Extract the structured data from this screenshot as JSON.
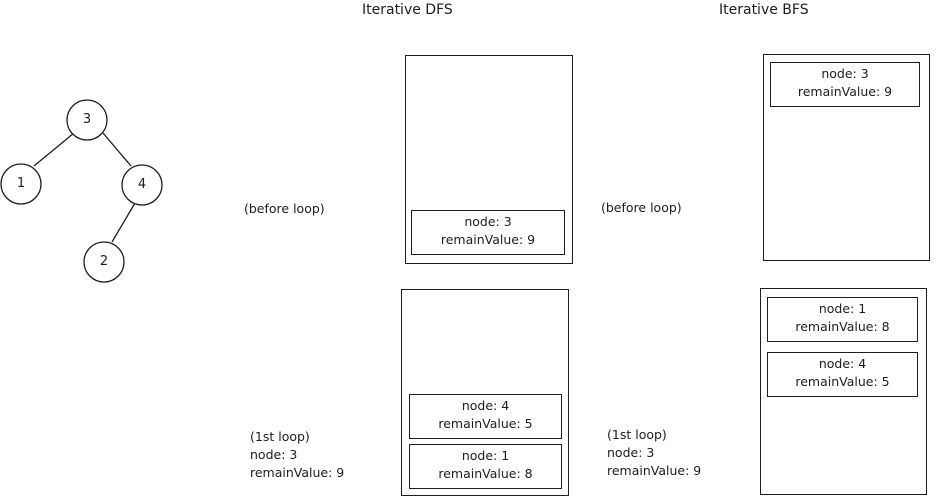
{
  "titles": {
    "dfs": "Iterative DFS",
    "bfs": "Iterative BFS"
  },
  "tree": {
    "nodes": {
      "root": "3",
      "left": "1",
      "right": "4",
      "right_left": "2"
    }
  },
  "notes": {
    "before_loop_dfs": "(before loop)",
    "before_loop_bfs": "(before loop)",
    "first_loop_dfs": {
      "line1": "(1st loop)",
      "line2": "node: 3",
      "line3": "remainValue: 9"
    },
    "first_loop_bfs": {
      "line1": "(1st loop)",
      "line2": "node: 3",
      "line3": "remainValue: 9"
    }
  },
  "dfs": {
    "before": [
      {
        "node": "node: 3",
        "remain": "remainValue: 9"
      }
    ],
    "first_loop": [
      {
        "node": "node: 4",
        "remain": "remainValue: 5"
      },
      {
        "node": "node: 1",
        "remain": "remainValue: 8"
      }
    ]
  },
  "bfs": {
    "before": [
      {
        "node": "node: 3",
        "remain": "remainValue: 9"
      }
    ],
    "first_loop": [
      {
        "node": "node: 1",
        "remain": "remainValue: 8"
      },
      {
        "node": "node: 4",
        "remain": "remainValue: 5"
      }
    ]
  }
}
